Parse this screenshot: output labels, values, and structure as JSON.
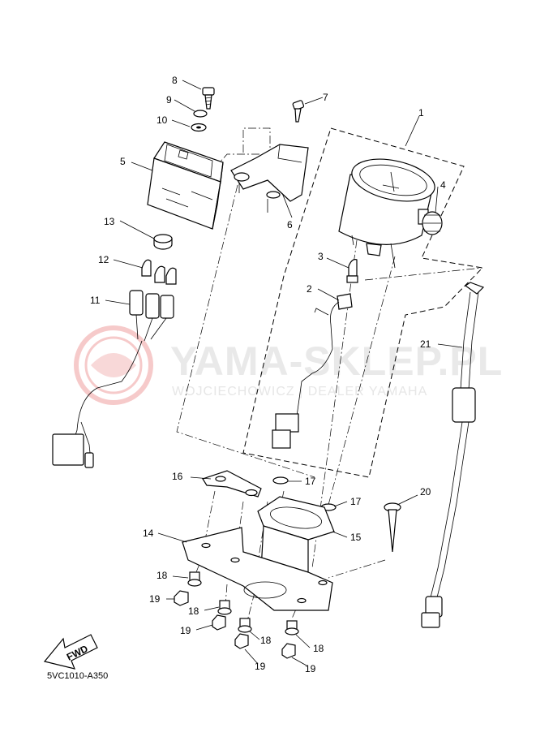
{
  "watermark": {
    "title": "YAMA-SKLEP.PL",
    "subtitle": "WOJCIECHOWICZ | DEALER YAMAHA"
  },
  "diagram_code": "5VC1010-A350",
  "fwd_label": "FWD",
  "parts": [
    "1",
    "2",
    "3",
    "4",
    "5",
    "6",
    "7",
    "8",
    "9",
    "10",
    "11",
    "12",
    "13",
    "14",
    "15",
    "16",
    "17",
    "17",
    "18",
    "18",
    "18",
    "18",
    "19",
    "19",
    "19",
    "19",
    "20",
    "21"
  ]
}
